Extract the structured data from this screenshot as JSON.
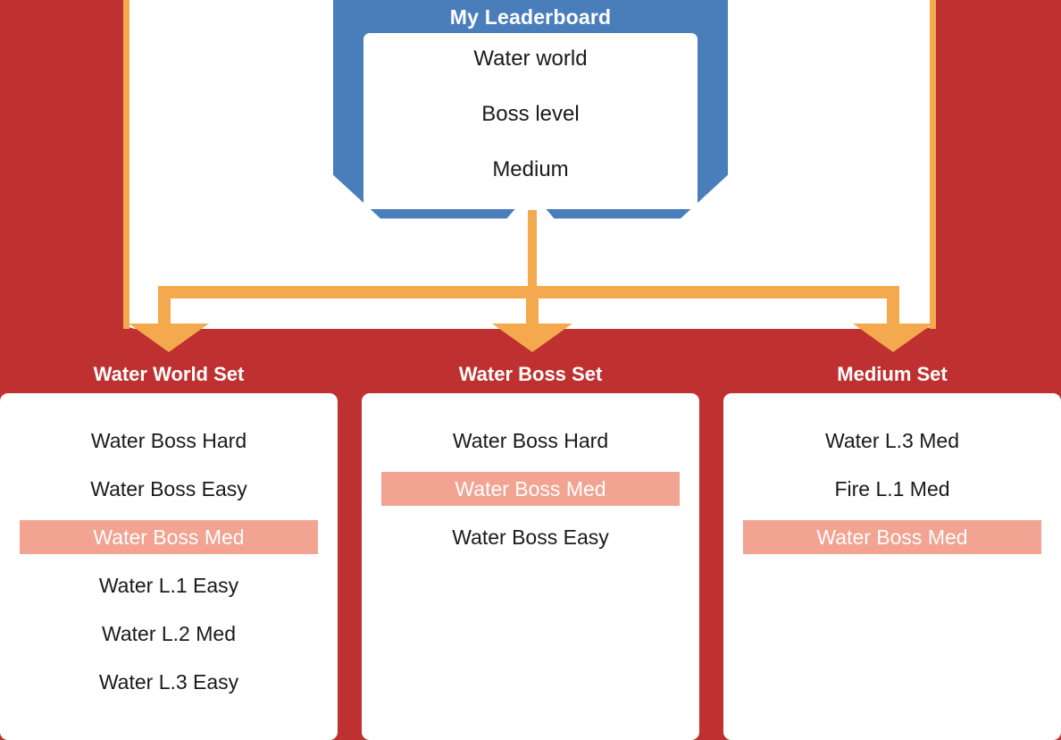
{
  "theme": {
    "background_red": "#bf3130",
    "banner_blue": "#4a7ebb",
    "connector_orange": "#f5a94e",
    "highlight_salmon": "#f2a391",
    "card_white": "#ffffff",
    "text_dark": "#1a1a1a"
  },
  "banner": {
    "title": "My Leaderboard",
    "lines": [
      "Water world",
      "Boss level",
      "Medium"
    ]
  },
  "sets": [
    {
      "title": "Water World Set",
      "items": [
        {
          "label": "Water Boss Hard",
          "highlighted": false
        },
        {
          "label": "Water Boss Easy",
          "highlighted": false
        },
        {
          "label": "Water Boss Med",
          "highlighted": true
        },
        {
          "label": "Water L.1 Easy",
          "highlighted": false
        },
        {
          "label": "Water L.2 Med",
          "highlighted": false
        },
        {
          "label": "Water L.3 Easy",
          "highlighted": false
        }
      ]
    },
    {
      "title": "Water Boss Set",
      "items": [
        {
          "label": "Water Boss Hard",
          "highlighted": false
        },
        {
          "label": "Water Boss Med",
          "highlighted": true
        },
        {
          "label": "Water Boss Easy",
          "highlighted": false
        }
      ]
    },
    {
      "title": "Medium Set",
      "items": [
        {
          "label": "Water L.3 Med",
          "highlighted": false
        },
        {
          "label": "Fire L.1 Med",
          "highlighted": false
        },
        {
          "label": "Water Boss Med",
          "highlighted": true
        }
      ]
    }
  ],
  "connectors": {
    "arrow_left_icon": "arrow-down-icon",
    "arrow_center_icon": "arrow-down-icon",
    "arrow_right_icon": "arrow-down-icon"
  }
}
